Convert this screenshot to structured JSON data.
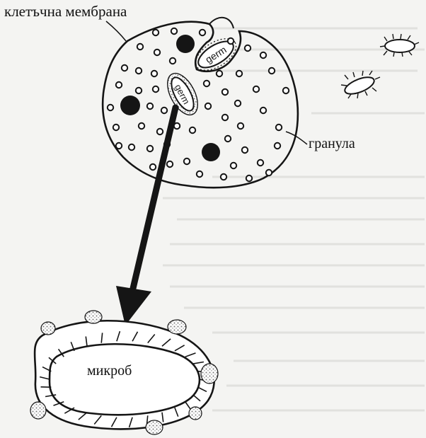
{
  "labels": {
    "cell_membrane": "клетъчна мембрана",
    "granule": "гранула",
    "microbe": "микроб",
    "germ": "germ"
  },
  "colors": {
    "ink": "#151515",
    "background": "#f4f4f2",
    "dotted_fill": "#9a9a9a",
    "text_bleed": "#c9c9c6"
  },
  "icons": {
    "arrow": "arrow-down-left-icon"
  }
}
